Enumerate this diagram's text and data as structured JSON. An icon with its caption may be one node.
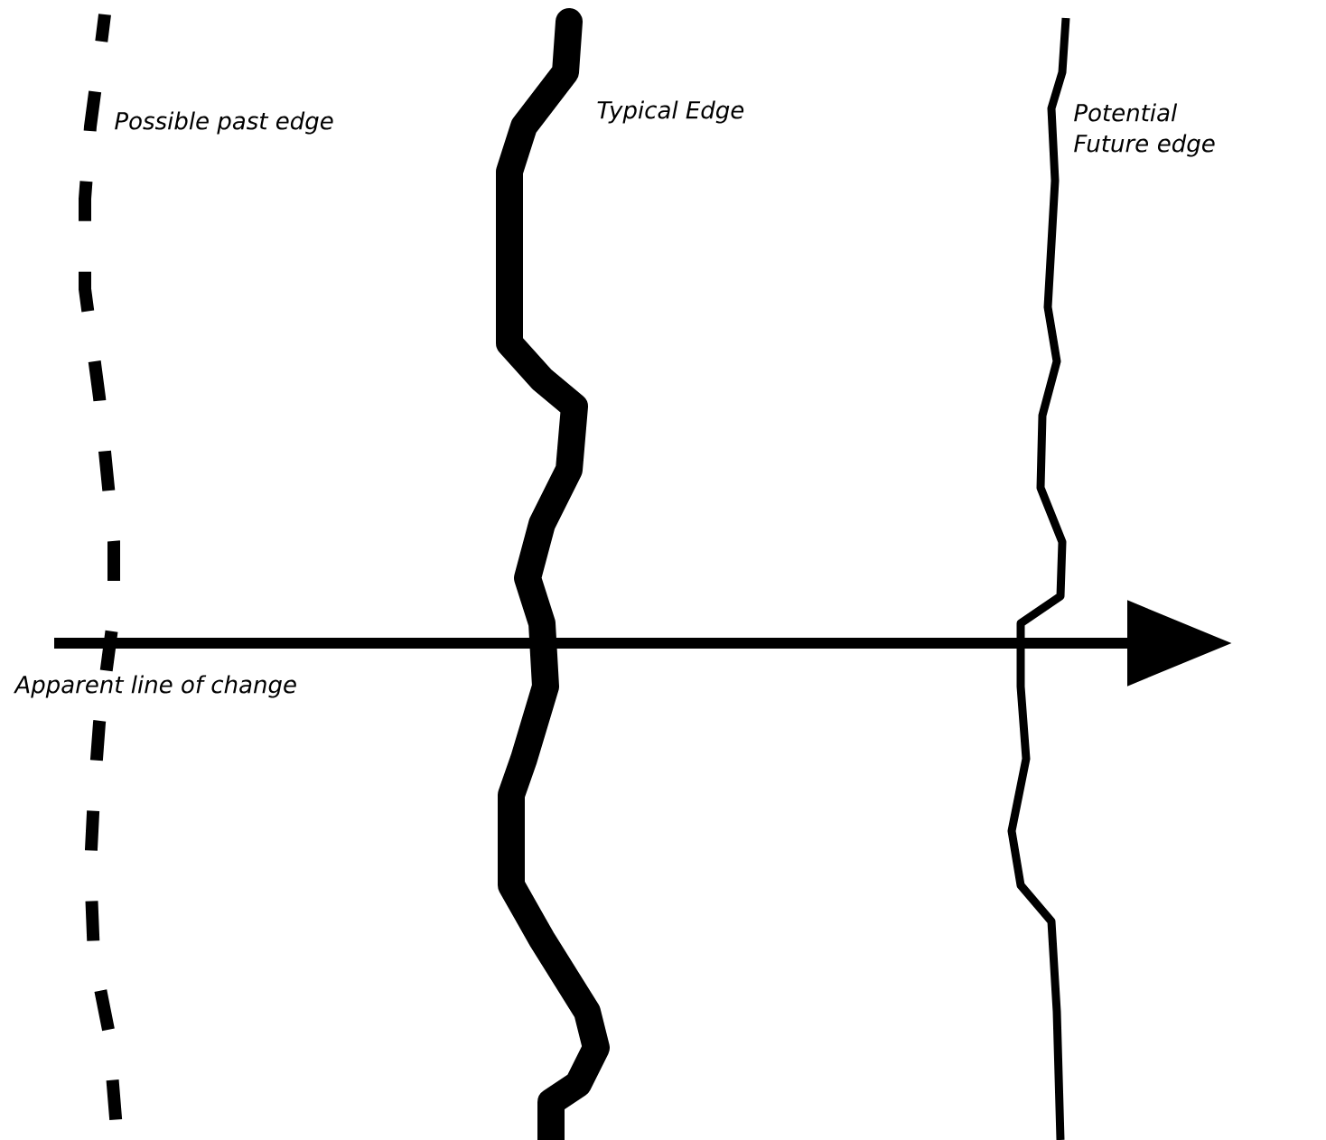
{
  "diagram": {
    "labels": [
      "Possible past edge",
      "Typical Edge",
      "Potential Future edge",
      "Apparent line of change"
    ]
  }
}
